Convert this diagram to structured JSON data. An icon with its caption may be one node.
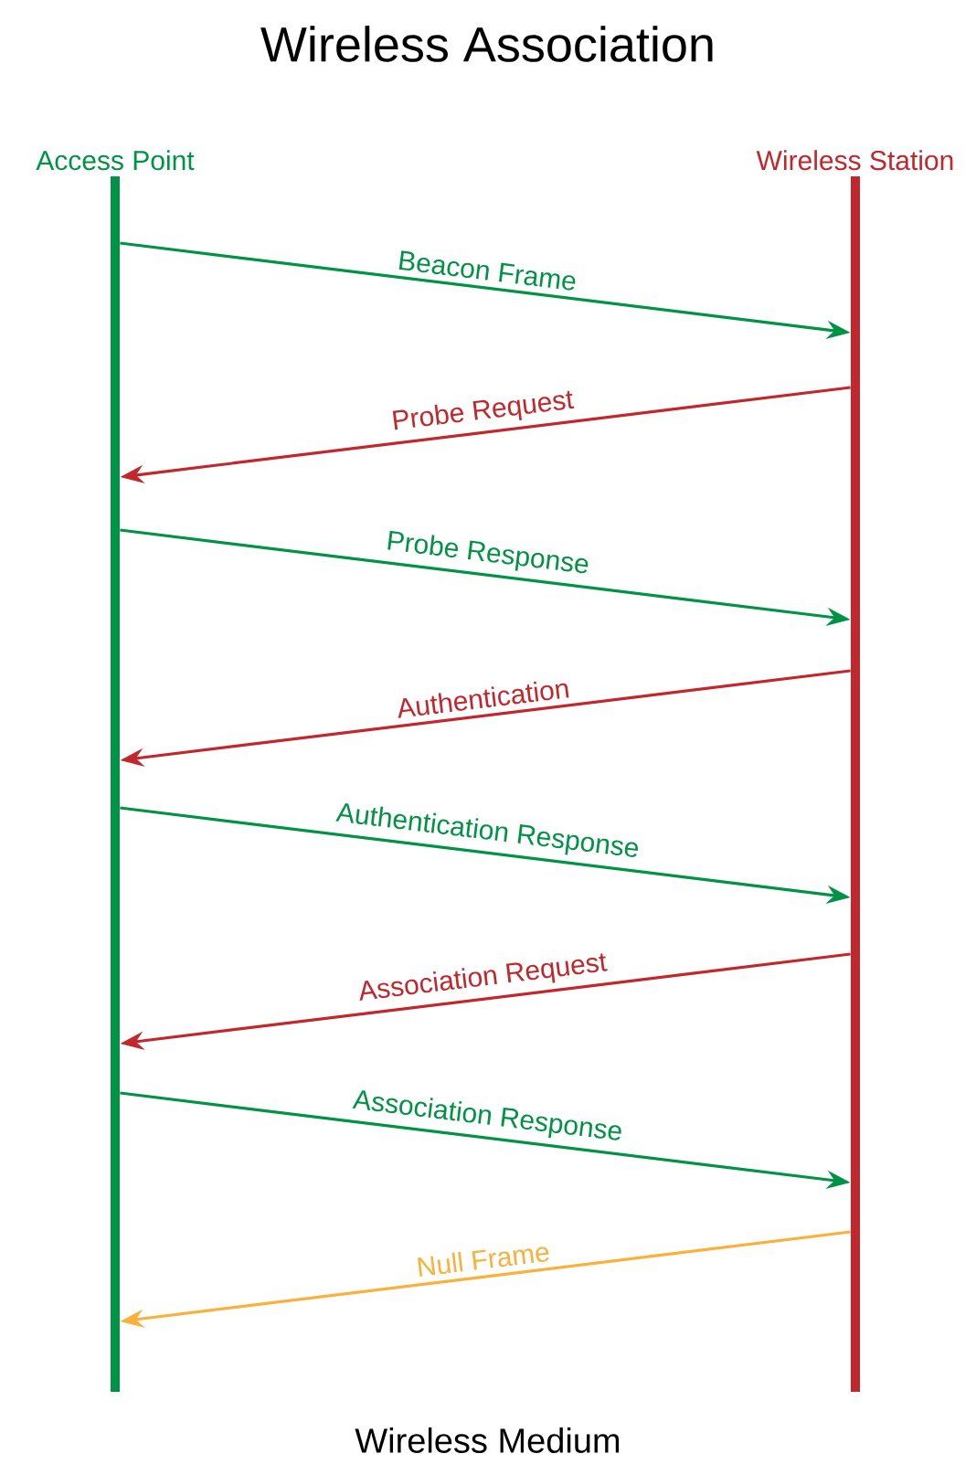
{
  "diagram": {
    "title": "Wireless Association",
    "caption": "Wireless Medium",
    "nodes": [
      {
        "text": [
          "Access Point"
        ]
      },
      {
        "text": [
          "Wireless Station"
        ]
      }
    ],
    "edges": [
      {
        "from": 0,
        "to": 1,
        "arrow": "to",
        "label": "Beacon Frame",
        "color": "#009245"
      },
      {
        "from": 1,
        "to": 0,
        "arrow": "to",
        "label": "Probe Request",
        "color": "#c1272d"
      },
      {
        "from": 0,
        "to": 1,
        "arrow": "to",
        "label": "Probe Response",
        "color": "#009245"
      },
      {
        "from": 1,
        "to": 0,
        "arrow": "to",
        "label": "Authentication",
        "color": "#c1272d"
      },
      {
        "from": 0,
        "to": 1,
        "arrow": "to",
        "label": "Authentication Response",
        "color": "#009245"
      },
      {
        "from": 1,
        "to": 0,
        "arrow": "to",
        "label": "Association Request",
        "color": "#c1272d"
      },
      {
        "from": 0,
        "to": 1,
        "arrow": "to",
        "label": "Association Response",
        "color": "#009245"
      },
      {
        "from": 1,
        "to": 0,
        "arrow": "to",
        "label": "Null Frame",
        "color": "#fbb03b"
      }
    ]
  }
}
